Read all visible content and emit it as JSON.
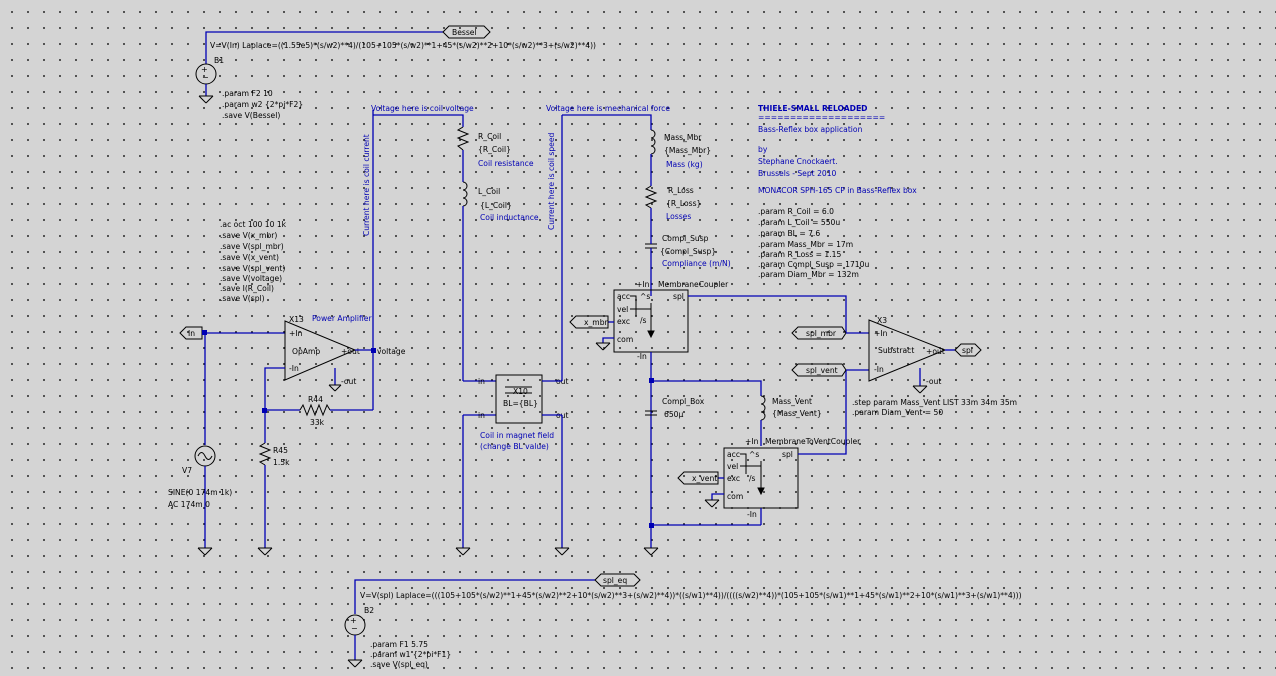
{
  "bessel": {
    "flag": "Bessel",
    "source": "B1",
    "expr": "V=V(In) Laplace=((1.55e5)*(s/w2)**4)/(105+105*(s/w2)**1+45*(s/w2)**2+10*(s/w2)**3+(s/w2)**4))",
    "directives": [
      ".param F2 10",
      ".param w2 {2*pi*F2}",
      ".save V(Bessel)"
    ]
  },
  "spl_eq": {
    "flag": "spl_eq",
    "source": "B2",
    "expr": "V=V(spl) Laplace=(((105+105*(s/w2)**1+45*(s/w2)**2+10*(s/w2)**3+(s/w2)**4))*((s/w1)**4))/((((s/w2)**4))*(105+105*(s/w1)**1+45*(s/w1)**2+10*(s/w1)**3+(s/w1)**4)))",
    "directives": [
      ".param F1 5.75",
      ".param w1 {2*pi*F1}",
      ".save V(spl_eq)"
    ]
  },
  "analysis_directives": [
    ".ac oct 100 10 1k",
    ".save V(x_mbr)",
    ".save V(spl_mbr)",
    ".save V(x_vent)",
    ".save V(spl_vent)",
    ".save V(voltage)",
    ".save I(R_Coil)",
    ".save V(spl)"
  ],
  "amplifier": {
    "flags": {
      "in": "In"
    },
    "ref": "X13",
    "label": "Power Amplifier",
    "name": "OpAmp",
    "pins": {
      "plus_in": "+In",
      "minus_in": "-In",
      "plus_out": "+out",
      "minus_out": "-out"
    },
    "node_voltage": "voltage",
    "r44": {
      "ref": "R44",
      "value": "33k"
    },
    "r45": {
      "ref": "R45",
      "value": "1.5k"
    },
    "v7": {
      "ref": "V7",
      "line1": "SINE(0 174m 1k)",
      "line2": "AC 174m 0"
    }
  },
  "notes": {
    "coil_voltage": "Voltage here is coil voltage",
    "coil_current": "Current here is coil current",
    "mech_force": "Voltage here is mechanical force",
    "coil_speed": "Current here is coil speed"
  },
  "coil": {
    "r_coil": {
      "ref": "R_Coil",
      "value": "{R_Coil}",
      "desc": "Coil resistance"
    },
    "l_coil": {
      "ref": "L_Coil",
      "value": "{L_Coil}",
      "desc": "Coil inductance"
    }
  },
  "gyrator": {
    "ref": "X10",
    "value": "BL={BL}",
    "desc1": "Coil in magnet field",
    "desc2": "(change BL value)",
    "pins": {
      "in_top": "in",
      "in_bot": "in",
      "out_top": "out",
      "out_bot": "out"
    }
  },
  "mechanics": {
    "mass_mbr": {
      "ref": "Mass_Mbr",
      "value": "{Mass_Mbr}",
      "desc": "Mass (kg)"
    },
    "r_loss": {
      "ref": "R_Loss",
      "value": "{R_Loss}",
      "desc": "Losses"
    },
    "compl_susp": {
      "ref": "Compl_Susp",
      "value": "{Compl_Susp}",
      "desc": "Compliance (m/N)"
    },
    "compl_box": {
      "ref": "Compl_Box",
      "value": "650µ"
    },
    "mass_vent": {
      "ref": "Mass_Vent",
      "value": "{Mass_Vent}"
    }
  },
  "membrane_coupler": {
    "title": "MembraneCoupler",
    "pins": [
      "acc",
      "vel",
      "exc",
      "com"
    ],
    "ops": [
      "^s",
      "/s"
    ],
    "out": "spl",
    "plus_in": "+In",
    "minus_in": "-In",
    "flag": "x_mbr"
  },
  "vent_coupler": {
    "title": "MembraneToVentCoupler",
    "pins": [
      "acc",
      "vel",
      "exc",
      "com"
    ],
    "ops": [
      "^s",
      "/s"
    ],
    "out": "spl",
    "plus_in": "+In",
    "minus_in": "-In",
    "flag": "x_vent"
  },
  "substract": {
    "ref": "X3",
    "name": "Substract",
    "pins": {
      "plus_in": "+In",
      "minus_in": "-In",
      "plus_out": "+out",
      "minus_out": "-out"
    },
    "flags": {
      "spl_mbr": "spl_mbr",
      "spl_vent": "spl_vent",
      "spl": "spl"
    },
    "step": ".step param Mass_Vent LIST 33m 34m 35m",
    "param": ".param Diam_Vent = 50"
  },
  "title_block": {
    "title": "THIELE-SMALL RELOADED",
    "underline": "====================",
    "subtitle": "Bass-Reflex box application",
    "by": "by",
    "author": "Stephane Cnockaert.",
    "place": "Brussels - Sept 2010",
    "model": "MONACOR SPH-165 CP in Bass-Reflex box",
    "params": [
      ".param R_Coil = 6.0",
      ".param L_Coil = 550u",
      ".param BL = 7.6",
      ".param Mass_Mbr = 17m",
      ".param R_Loss = 1.15",
      ".param Compl_Susp = 1710u",
      ".param Diam_Mbr = 132m"
    ]
  }
}
